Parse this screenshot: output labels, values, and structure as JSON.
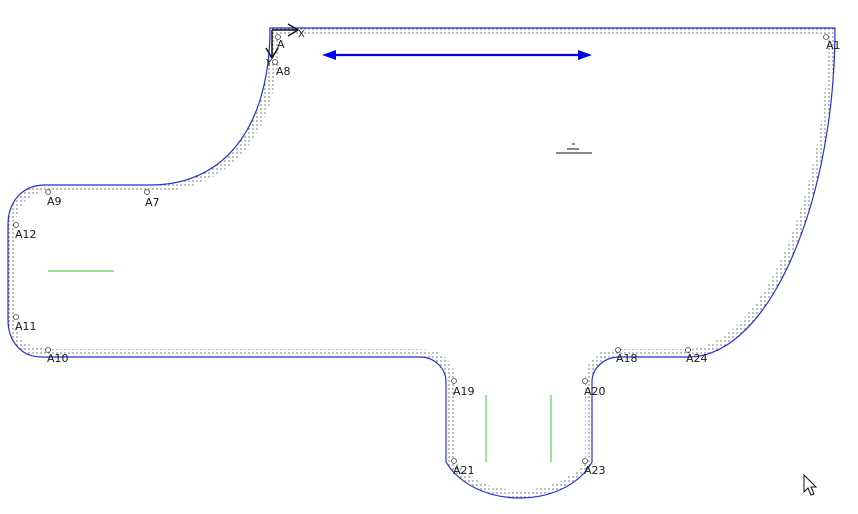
{
  "axes": {
    "x_label": "X",
    "y_label": "Y"
  },
  "points": [
    {
      "id": "A1",
      "label": "A1"
    },
    {
      "id": "A",
      "label": "A"
    },
    {
      "id": "A8",
      "label": "A8"
    },
    {
      "id": "A9",
      "label": "A9"
    },
    {
      "id": "A7",
      "label": "A7"
    },
    {
      "id": "A12",
      "label": "A12"
    },
    {
      "id": "A11",
      "label": "A11"
    },
    {
      "id": "A10",
      "label": "A10"
    },
    {
      "id": "A19",
      "label": "A19"
    },
    {
      "id": "A20",
      "label": "A20"
    },
    {
      "id": "A18",
      "label": "A18"
    },
    {
      "id": "A24",
      "label": "A24"
    },
    {
      "id": "A21",
      "label": "A21"
    },
    {
      "id": "A23",
      "label": "A23"
    }
  ],
  "colors": {
    "outline": "#2430d8",
    "grain_arrow": "#0000ee",
    "notch": "#33cc33",
    "dots": "#222222",
    "axis": "#111111"
  },
  "icons": {
    "cursor": "mouse-pointer-icon",
    "origin": "xy-axis-icon"
  }
}
